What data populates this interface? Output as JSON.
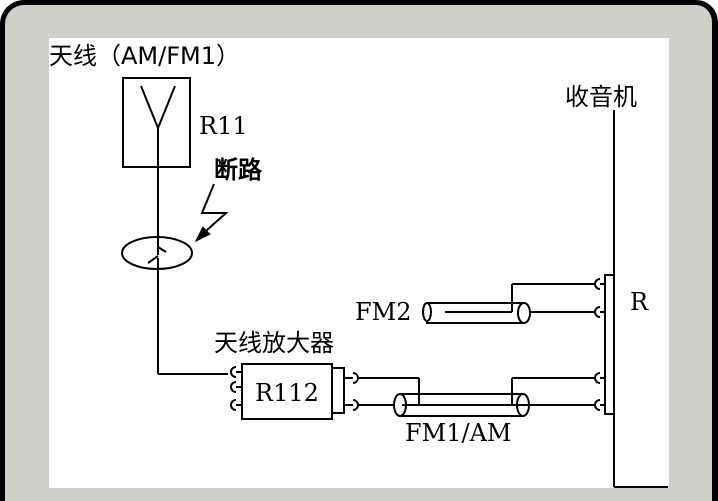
{
  "diagram": {
    "title": "天线（AM/FM1）",
    "antenna_label": "R11",
    "fault_label": "断路",
    "amplifier_label": "天线放大器",
    "amplifier_id": "R112",
    "radio_label": "收音机",
    "radio_id": "R",
    "fm2_cable_label": "FM2",
    "fm1am_cable_label": "FM1/AM"
  },
  "colors": {
    "frame_border": "#000000",
    "frame_fill": "#d0d0cb",
    "canvas": "#ffffff",
    "line": "#000000"
  }
}
